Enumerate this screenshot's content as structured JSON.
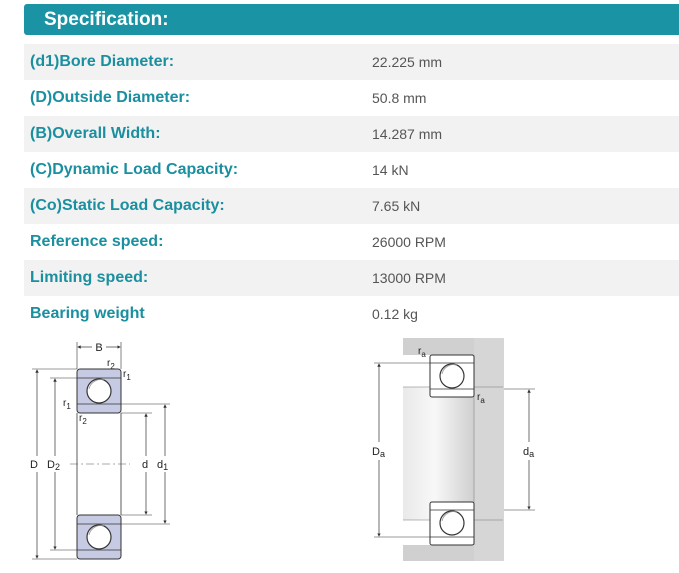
{
  "header": {
    "title": "Specification:"
  },
  "specs": [
    {
      "label": "(d1)Bore Diameter:",
      "value": "22.225 mm"
    },
    {
      "label": "(D)Outside Diameter:",
      "value": "50.8 mm"
    },
    {
      "label": "(B)Overall Width:",
      "value": "14.287 mm"
    },
    {
      "label": "(C)Dynamic Load Capacity:",
      "value": "14 kN"
    },
    {
      "label": "(Co)Static Load Capacity:",
      "value": "7.65 kN"
    },
    {
      "label": "Reference speed:",
      "value": "26000 RPM"
    },
    {
      "label": "Limiting speed:",
      "value": "13000 RPM"
    },
    {
      "label": "Bearing weight",
      "value": "0.12 kg"
    }
  ],
  "diagram_left": {
    "B": "B",
    "r2": "r",
    "r2_sub": "2",
    "r1": "r",
    "r1_sub": "1",
    "D": "D",
    "D2": "D",
    "D2_sub": "2",
    "d": "d",
    "d1": "d",
    "d1_sub": "1"
  },
  "diagram_right": {
    "ra_top": "r",
    "ra_top_sub": "a",
    "ra_mid": "r",
    "ra_mid_sub": "a",
    "Da": "D",
    "Da_sub": "a",
    "da": "d",
    "da_sub": "a"
  }
}
